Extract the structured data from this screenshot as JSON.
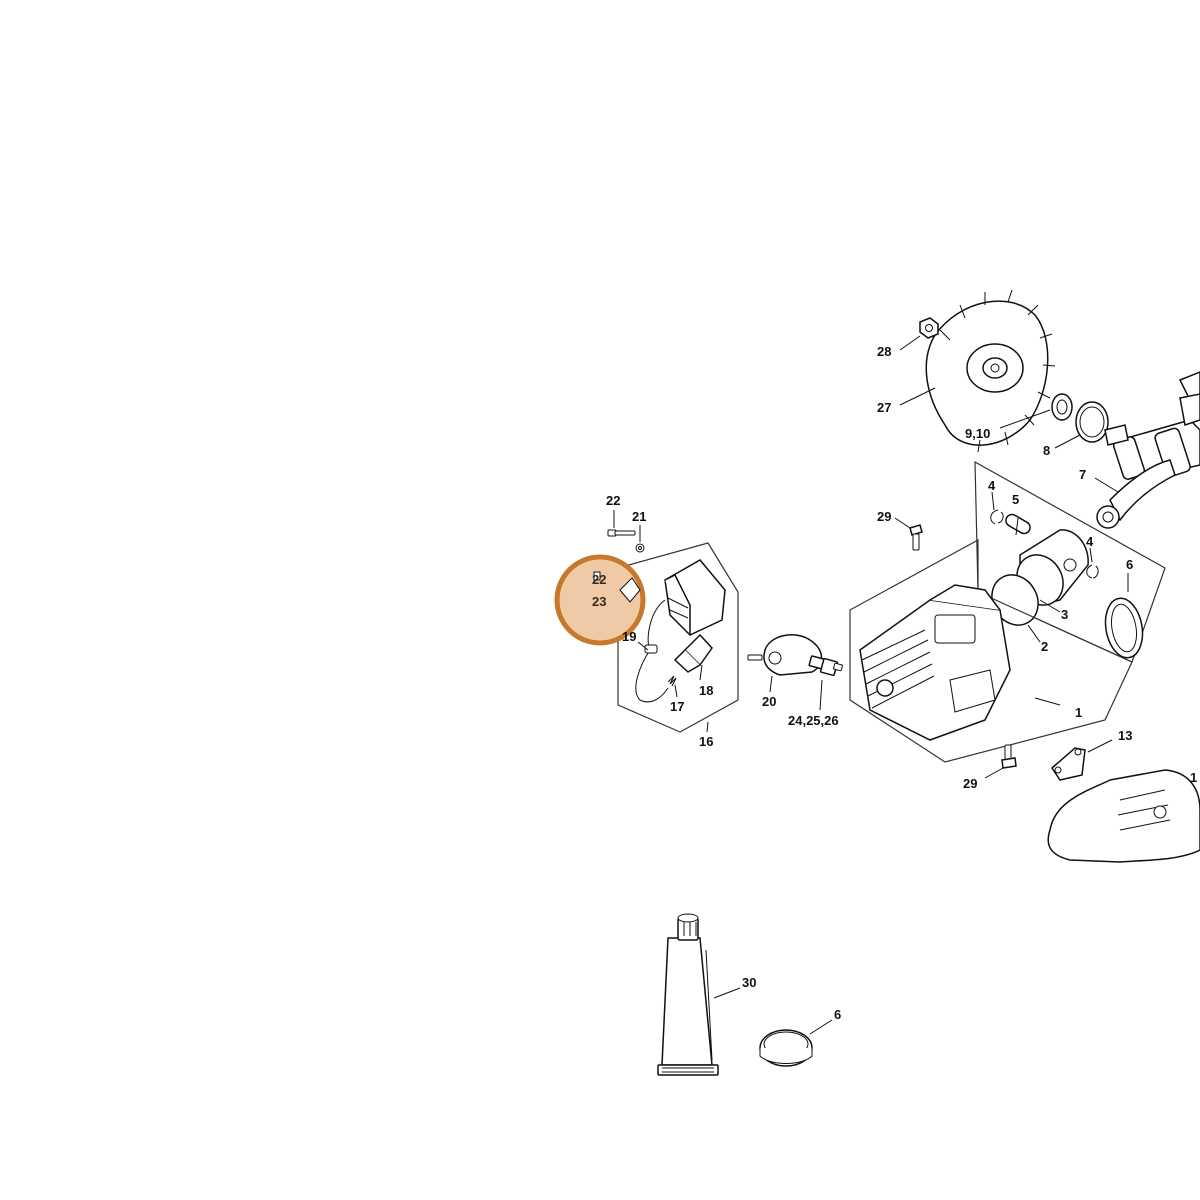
{
  "diagram": {
    "highlight": {
      "stroke": "#c8782a",
      "fill": "#f0c9a6",
      "labels": [
        "22",
        "23"
      ]
    },
    "labels": {
      "l28": "28",
      "l27": "27",
      "l9_10": "9,10",
      "l8": "8",
      "l7": "7",
      "l4a": "4",
      "l5": "5",
      "l4b": "4",
      "l6a": "6",
      "l3": "3",
      "l2": "2",
      "l1": "1",
      "l29a": "29",
      "l29b": "29",
      "l13": "13",
      "l1b": "1",
      "l22": "22",
      "l21": "21",
      "l19": "19",
      "l18": "18",
      "l17": "17",
      "l16": "16",
      "l20": "20",
      "l24_25_26": "24,25,26",
      "l30": "30",
      "l6b": "6"
    }
  }
}
